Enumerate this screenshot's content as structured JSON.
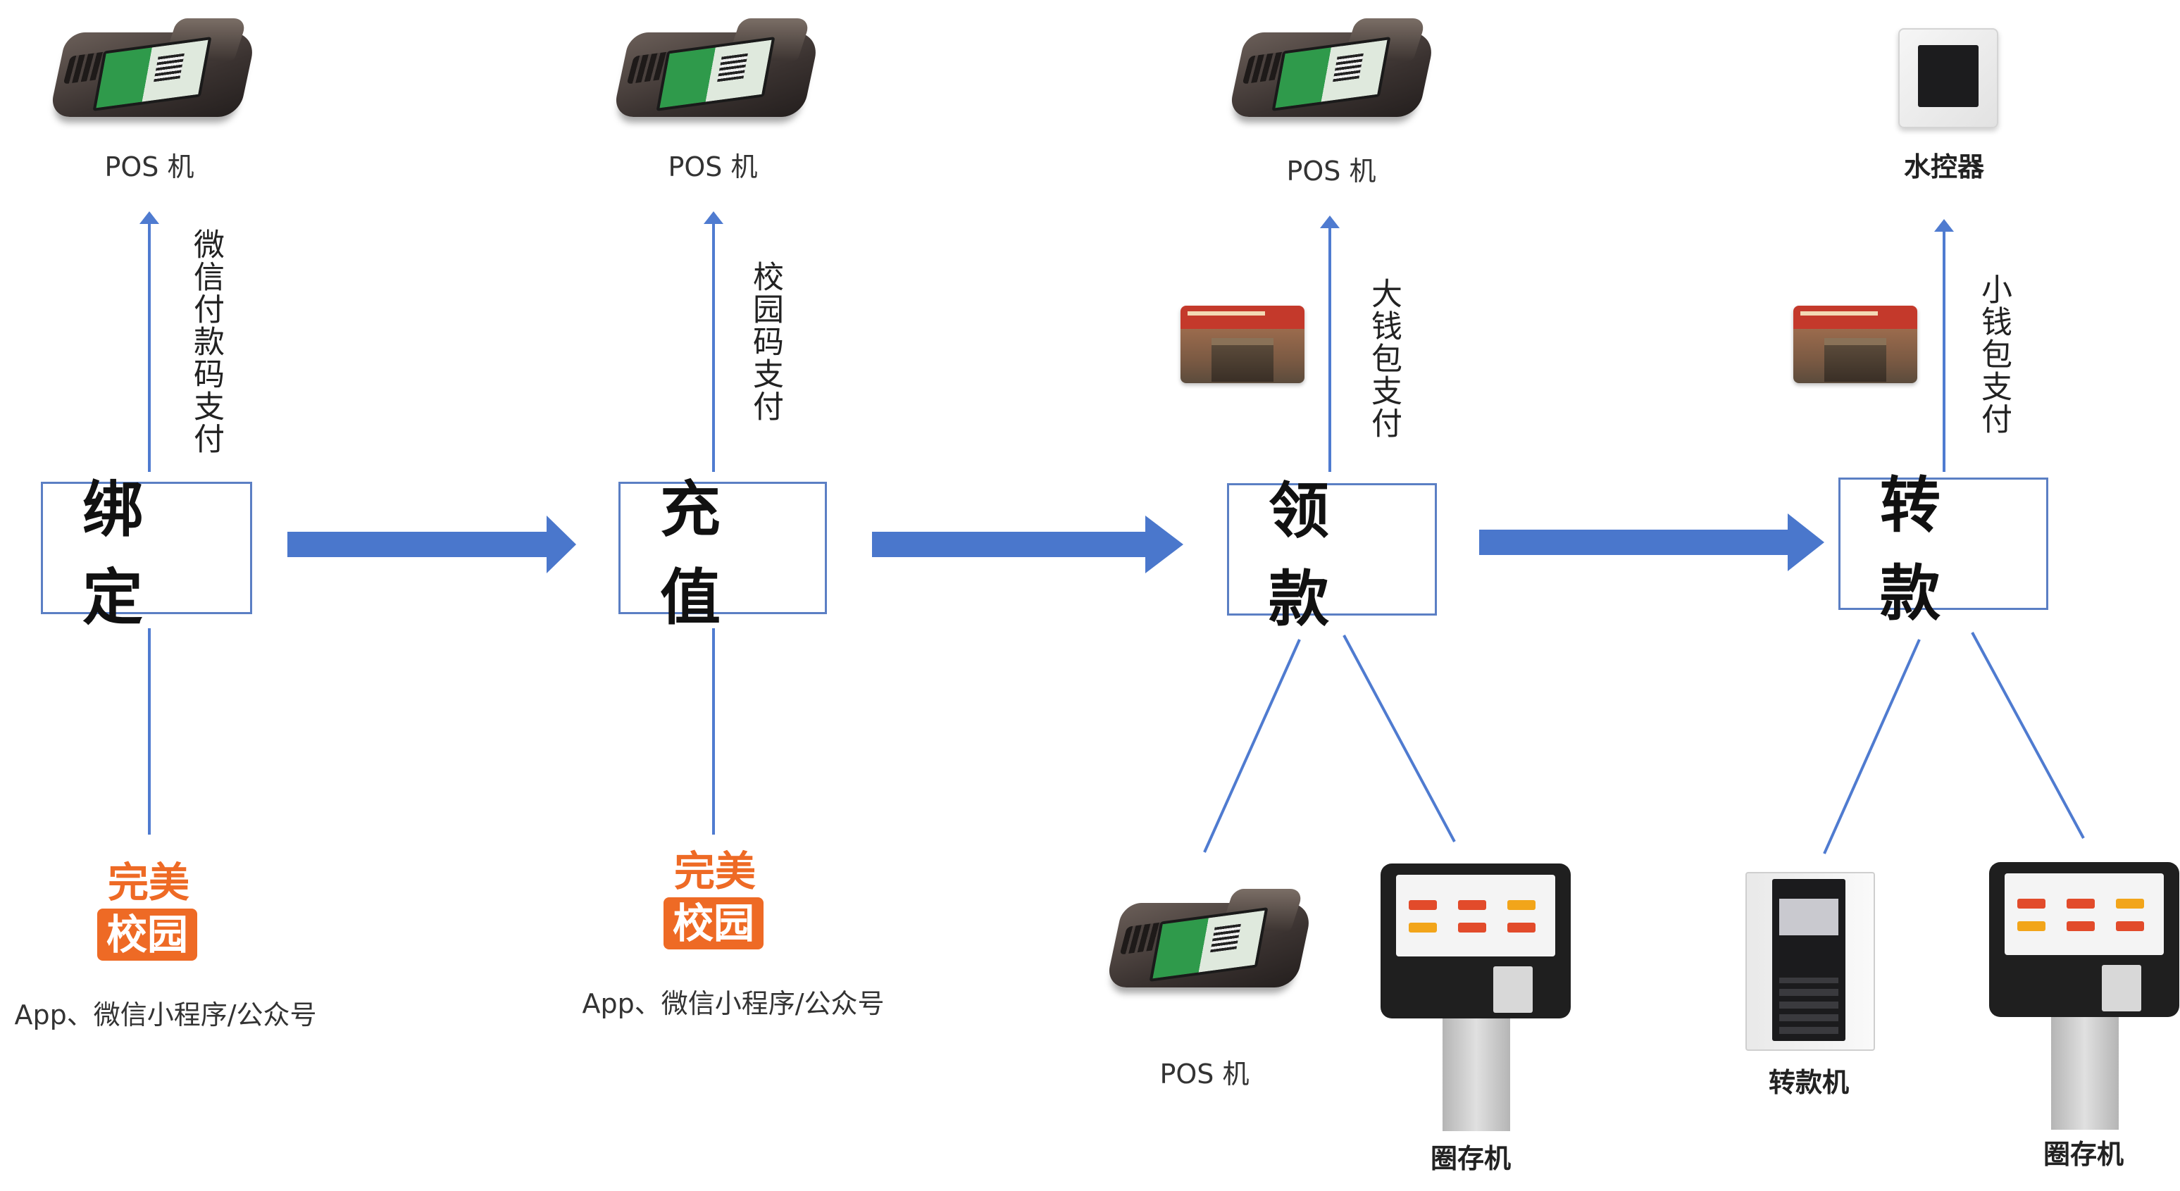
{
  "stages": [
    {
      "id": "bind",
      "label": "绑 定"
    },
    {
      "id": "recharge",
      "label": "充 值"
    },
    {
      "id": "collect",
      "label": "领 款"
    },
    {
      "id": "transfer",
      "label": "转 款"
    }
  ],
  "top": {
    "bind": {
      "device": "POS 机",
      "method": "微信付款码支付"
    },
    "recharge": {
      "device": "POS 机",
      "method": "校园码支付"
    },
    "collect": {
      "device": "POS 机",
      "method": "大钱包支付"
    },
    "transfer": {
      "device": "水控器",
      "method": "小钱包支付"
    }
  },
  "bottom": {
    "bind": {
      "logo_top": "完美",
      "logo_bottom": "校园",
      "caption": "App、微信小程序/公众号"
    },
    "recharge": {
      "logo_top": "完美",
      "logo_bottom": "校园",
      "caption": "App、微信小程序/公众号"
    },
    "collect": {
      "device_a": "POS 机",
      "device_b": "圈存机"
    },
    "transfer": {
      "device_a": "转款机",
      "device_b": "圈存机"
    }
  },
  "colors": {
    "arrow": "#4a77cc",
    "line": "#4f7bd0",
    "box_border": "#5b7fc4",
    "logo": "#ee6a25"
  }
}
